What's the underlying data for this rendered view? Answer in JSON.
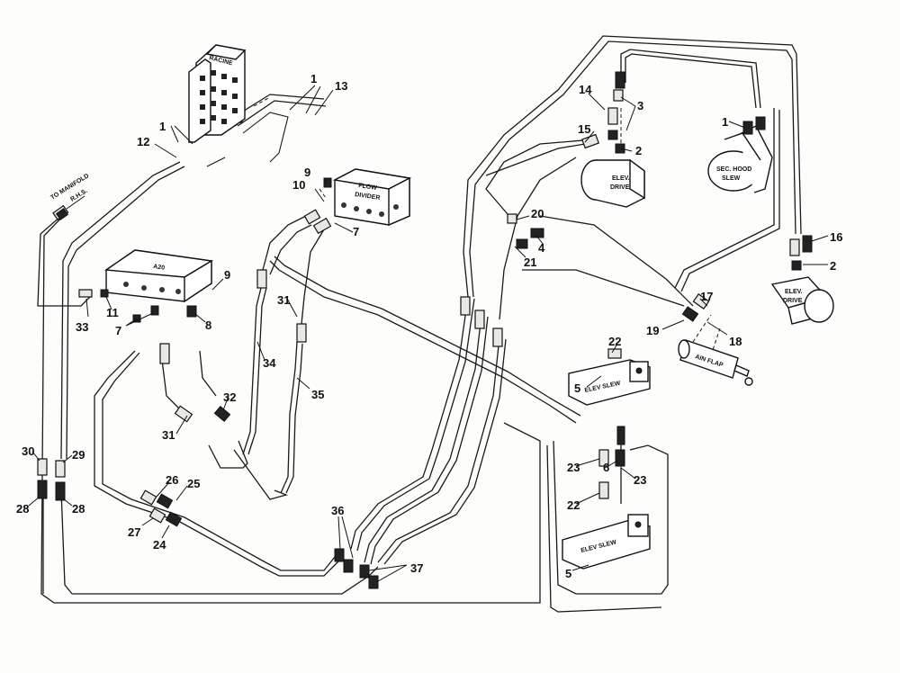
{
  "labels": {
    "racine": "RACINE",
    "flow_divider_1": "FLOW",
    "flow_divider_2": "DIVIDER",
    "a20": "A20",
    "to_manifold_1": "TO MANIFOLD",
    "to_manifold_2": "R.H.S.",
    "elev_drive_1": "ELEV.",
    "elev_drive_2": "DRIVE",
    "sec_hood_1": "SEC. HOOD",
    "sec_hood_2": "SLEW",
    "elev_slew": "ELEV SLEW",
    "arm_flap": "AIN FLAP"
  },
  "callouts": {
    "n1a": "1",
    "n13": "13",
    "n1b": "1",
    "n12": "12",
    "n9a": "9",
    "n10": "10",
    "n7a": "7",
    "n14": "14",
    "n3": "3",
    "n15": "15",
    "n2a": "2",
    "n1c": "1",
    "n20": "20",
    "n4": "4",
    "n21": "21",
    "n16": "16",
    "n2b": "2",
    "n9b": "9",
    "n33": "33",
    "n11": "11",
    "n7b": "7",
    "n8": "8",
    "n31a": "31",
    "n17": "17",
    "n19": "19",
    "n18": "18",
    "n22a": "22",
    "n5a": "5",
    "n34": "34",
    "n35": "35",
    "n32": "32",
    "n31b": "31",
    "n30": "30",
    "n29": "29",
    "n28a": "28",
    "n28b": "28",
    "n26": "26",
    "n25": "25",
    "n27": "27",
    "n24": "24",
    "n23a": "23",
    "n6": "6",
    "n23b": "23",
    "n22b": "22",
    "n36": "36",
    "n37": "37",
    "n5b": "5"
  }
}
